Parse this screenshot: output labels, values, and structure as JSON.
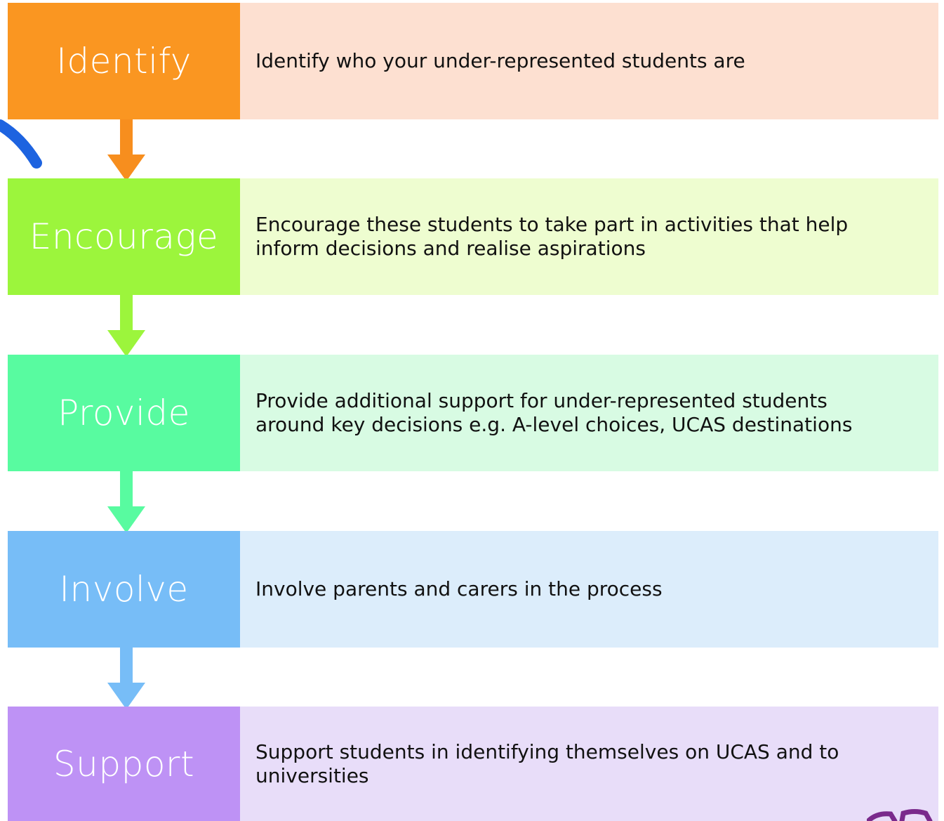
{
  "steps": [
    {
      "label": "Identify",
      "description": "Identify who your under-represented students are",
      "label_color": "#fa9621",
      "desc_color": "#fde0d1",
      "arrow_color": "#f78e1e"
    },
    {
      "label": "Encourage",
      "description": "Encourage these students to take part in activities that help\ninform decisions and realise aspirations",
      "label_color": "#9cf53c",
      "desc_color": "#eefdd0",
      "arrow_color": "#9cf53c"
    },
    {
      "label": "Provide",
      "description": "Provide additional support for under-represented students\naround key decisions e.g. A-level choices, UCAS destinations",
      "label_color": "#58fba0",
      "desc_color": "#d8fbe3",
      "arrow_color": "#58fba0"
    },
    {
      "label": "Involve",
      "description": "Involve parents and carers in the process",
      "label_color": "#77bdf7",
      "desc_color": "#dcedfb",
      "arrow_color": "#77bdf7"
    },
    {
      "label": "Support",
      "description": "Support students in identifying themselves on UCAS and to\nuniversities",
      "label_color": "#be92f5",
      "desc_color": "#e8ddf9",
      "arrow_color": null
    }
  ],
  "annotations": {
    "pen_color": "#1d63e0",
    "corner_mark_color": "#7a2a8c"
  }
}
